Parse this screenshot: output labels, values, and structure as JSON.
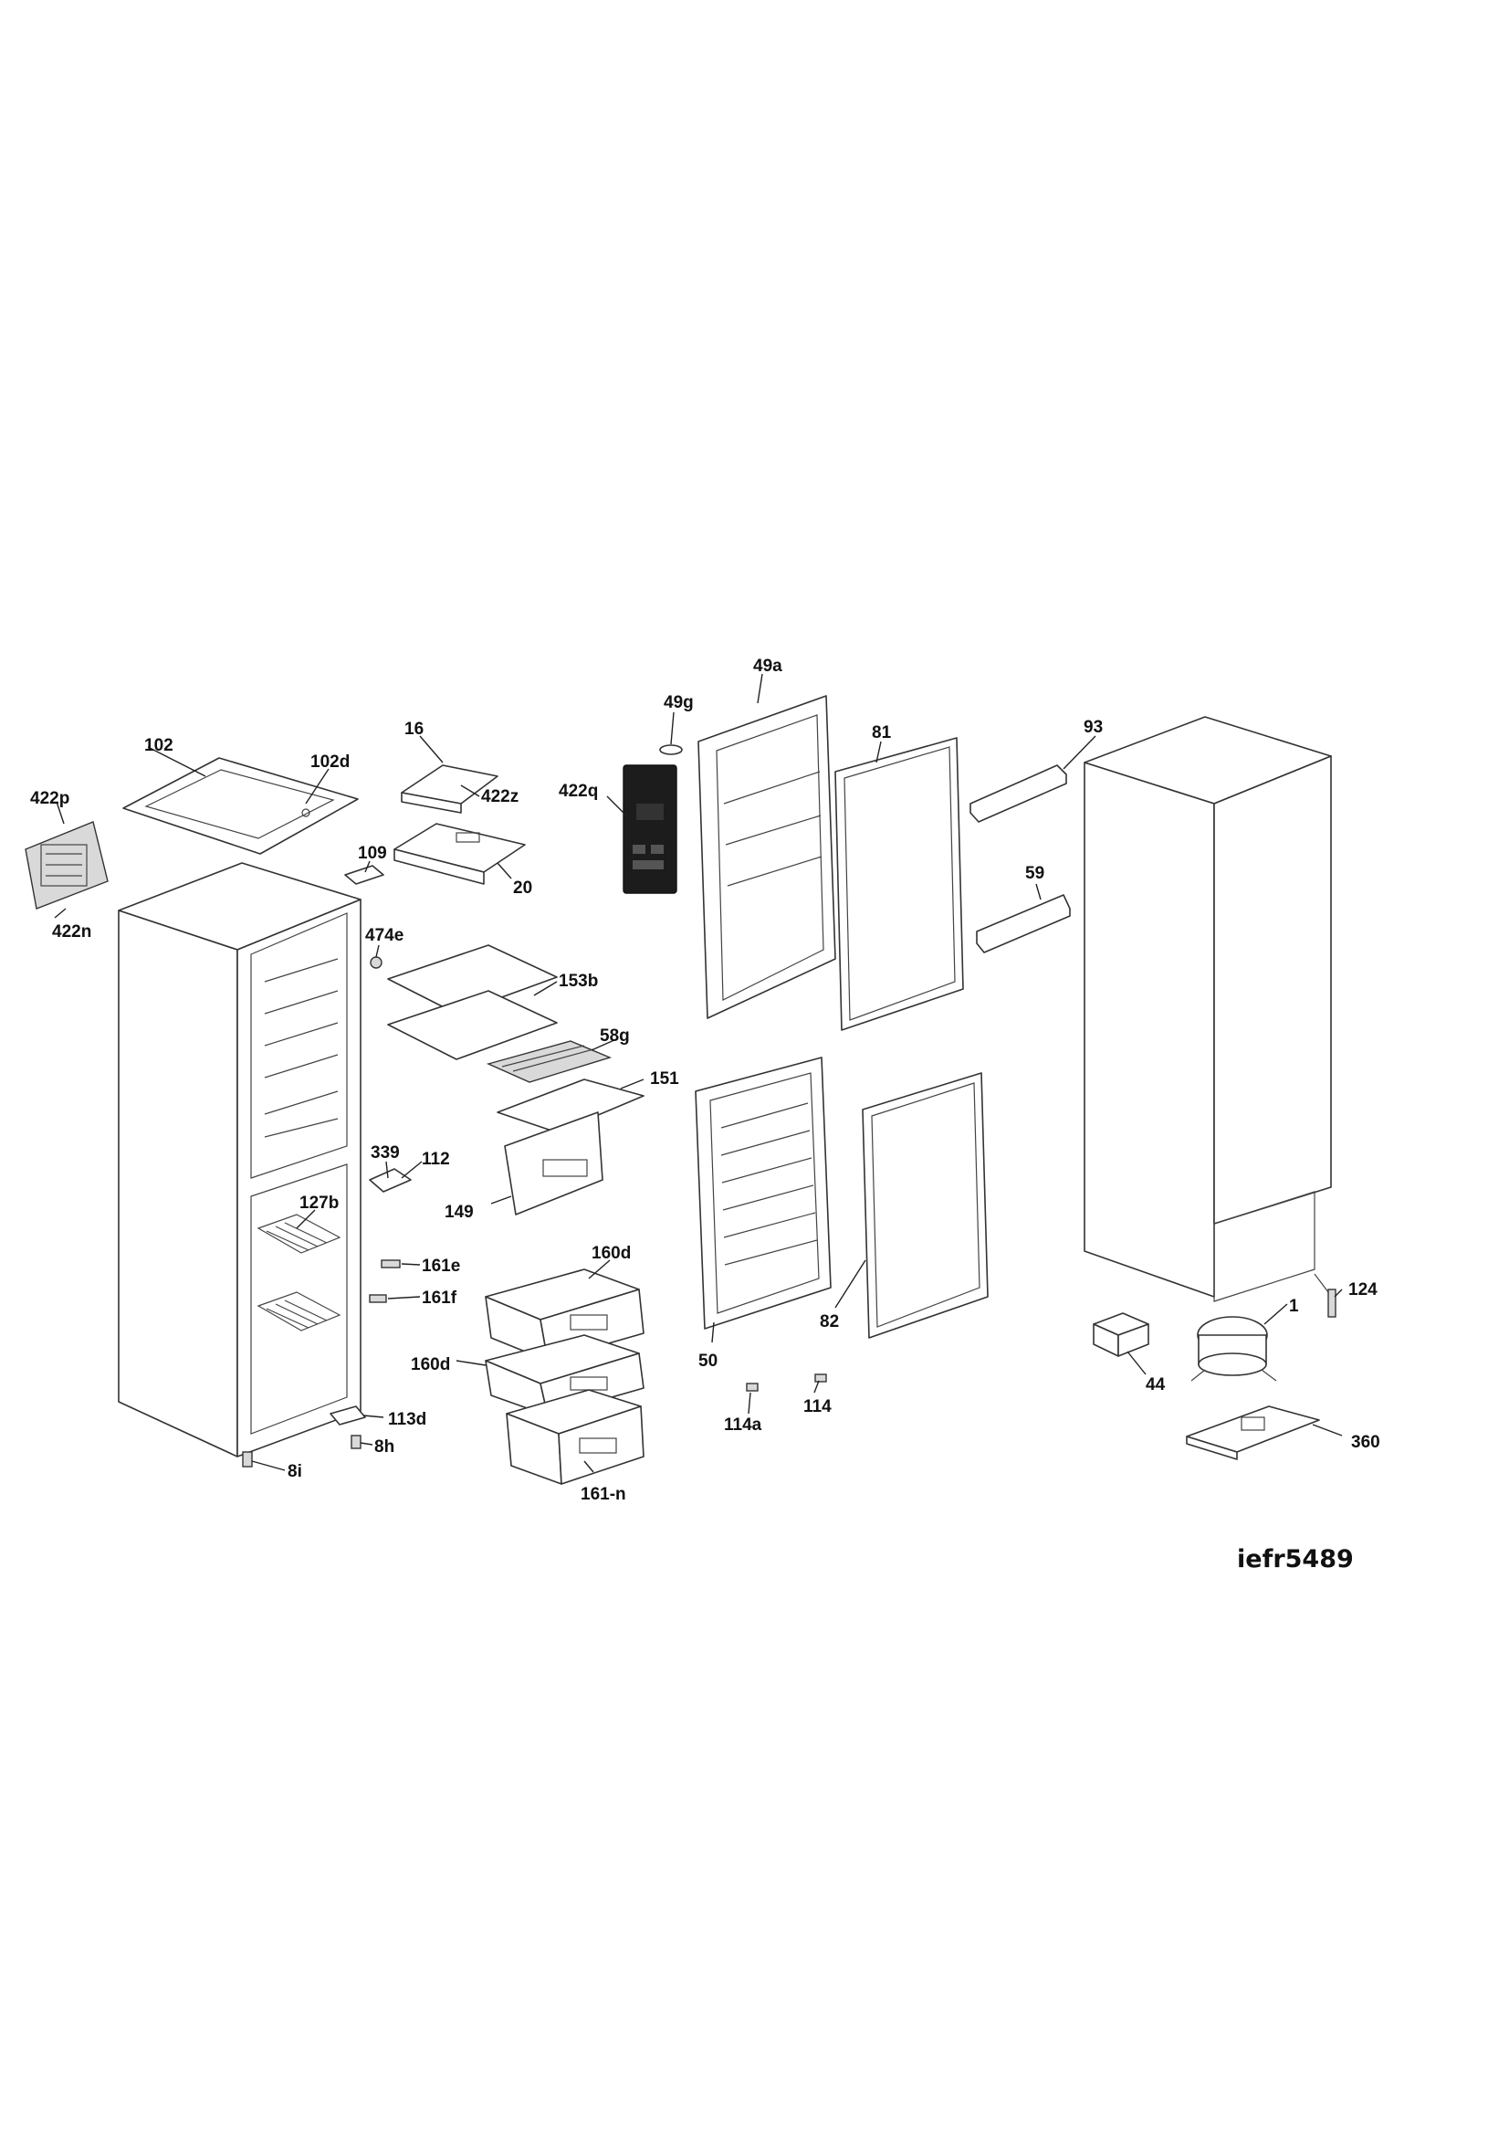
{
  "diagram_code": "iefr5489",
  "labels": {
    "l102": "102",
    "l102d": "102d",
    "l422p": "422p",
    "l422n": "422n",
    "l16": "16",
    "l422z": "422z",
    "l20": "20",
    "l109": "109",
    "l422q": "422q",
    "l49g": "49g",
    "l49a": "49a",
    "l81": "81",
    "l93": "93",
    "l59": "59",
    "l474e": "474e",
    "l153b": "153b",
    "l58g": "58g",
    "l151": "151",
    "l339": "339",
    "l112": "112",
    "l149": "149",
    "l127b": "127b",
    "l161e": "161e",
    "l161f": "161f",
    "l160d_top": "160d",
    "l160d_left": "160d",
    "l161n": "161-n",
    "l50": "50",
    "l82": "82",
    "l114a": "114a",
    "l114": "114",
    "l113d": "113d",
    "l8h": "8h",
    "l8i": "8i",
    "l124": "124",
    "l1": "1",
    "l44": "44",
    "l360": "360"
  }
}
